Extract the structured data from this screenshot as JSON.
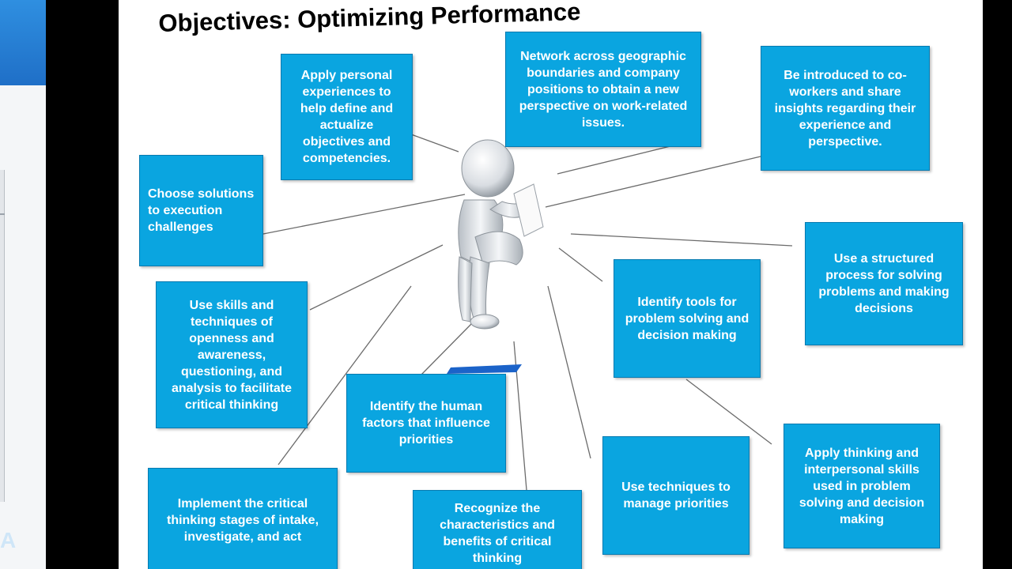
{
  "slide": {
    "title": "Objectives: Optimizing Performance"
  },
  "boxes": [
    {
      "id": "apply-personal",
      "text": "Apply personal experiences to help define and actualize objectives and competencies."
    },
    {
      "id": "network",
      "text": "Network across geographic boundaries and company positions to obtain a new perspective on work-related issues."
    },
    {
      "id": "introduced",
      "text": "Be introduced to co-workers and share insights regarding their experience and perspective."
    },
    {
      "id": "choose-solutions",
      "text": "Choose solutions to execution challenges"
    },
    {
      "id": "structured-process",
      "text": "Use a structured process for solving problems and making decisions"
    },
    {
      "id": "use-skills",
      "text": "Use skills and techniques of openness and awareness, questioning, and analysis to facilitate critical thinking"
    },
    {
      "id": "identify-tools",
      "text": "Identify tools for problem solving and decision making"
    },
    {
      "id": "human-factors",
      "text": "Identify the human factors that influence priorities"
    },
    {
      "id": "apply-thinking",
      "text": "Apply thinking and interpersonal skills used in problem solving and decision making"
    },
    {
      "id": "manage-priorities",
      "text": "Use techniques to manage priorities"
    },
    {
      "id": "implement",
      "text": "Implement the critical thinking stages of intake, investigate, and act"
    },
    {
      "id": "recognize",
      "text": "Recognize the characteristics and benefits of critical thinking"
    }
  ],
  "colors": {
    "box_fill": "#0aa5e0",
    "box_border": "#067ab0",
    "box_text": "#ffffff",
    "connector": "#6b6b6b"
  },
  "icons": {
    "figure": "thinking-person-figure"
  }
}
